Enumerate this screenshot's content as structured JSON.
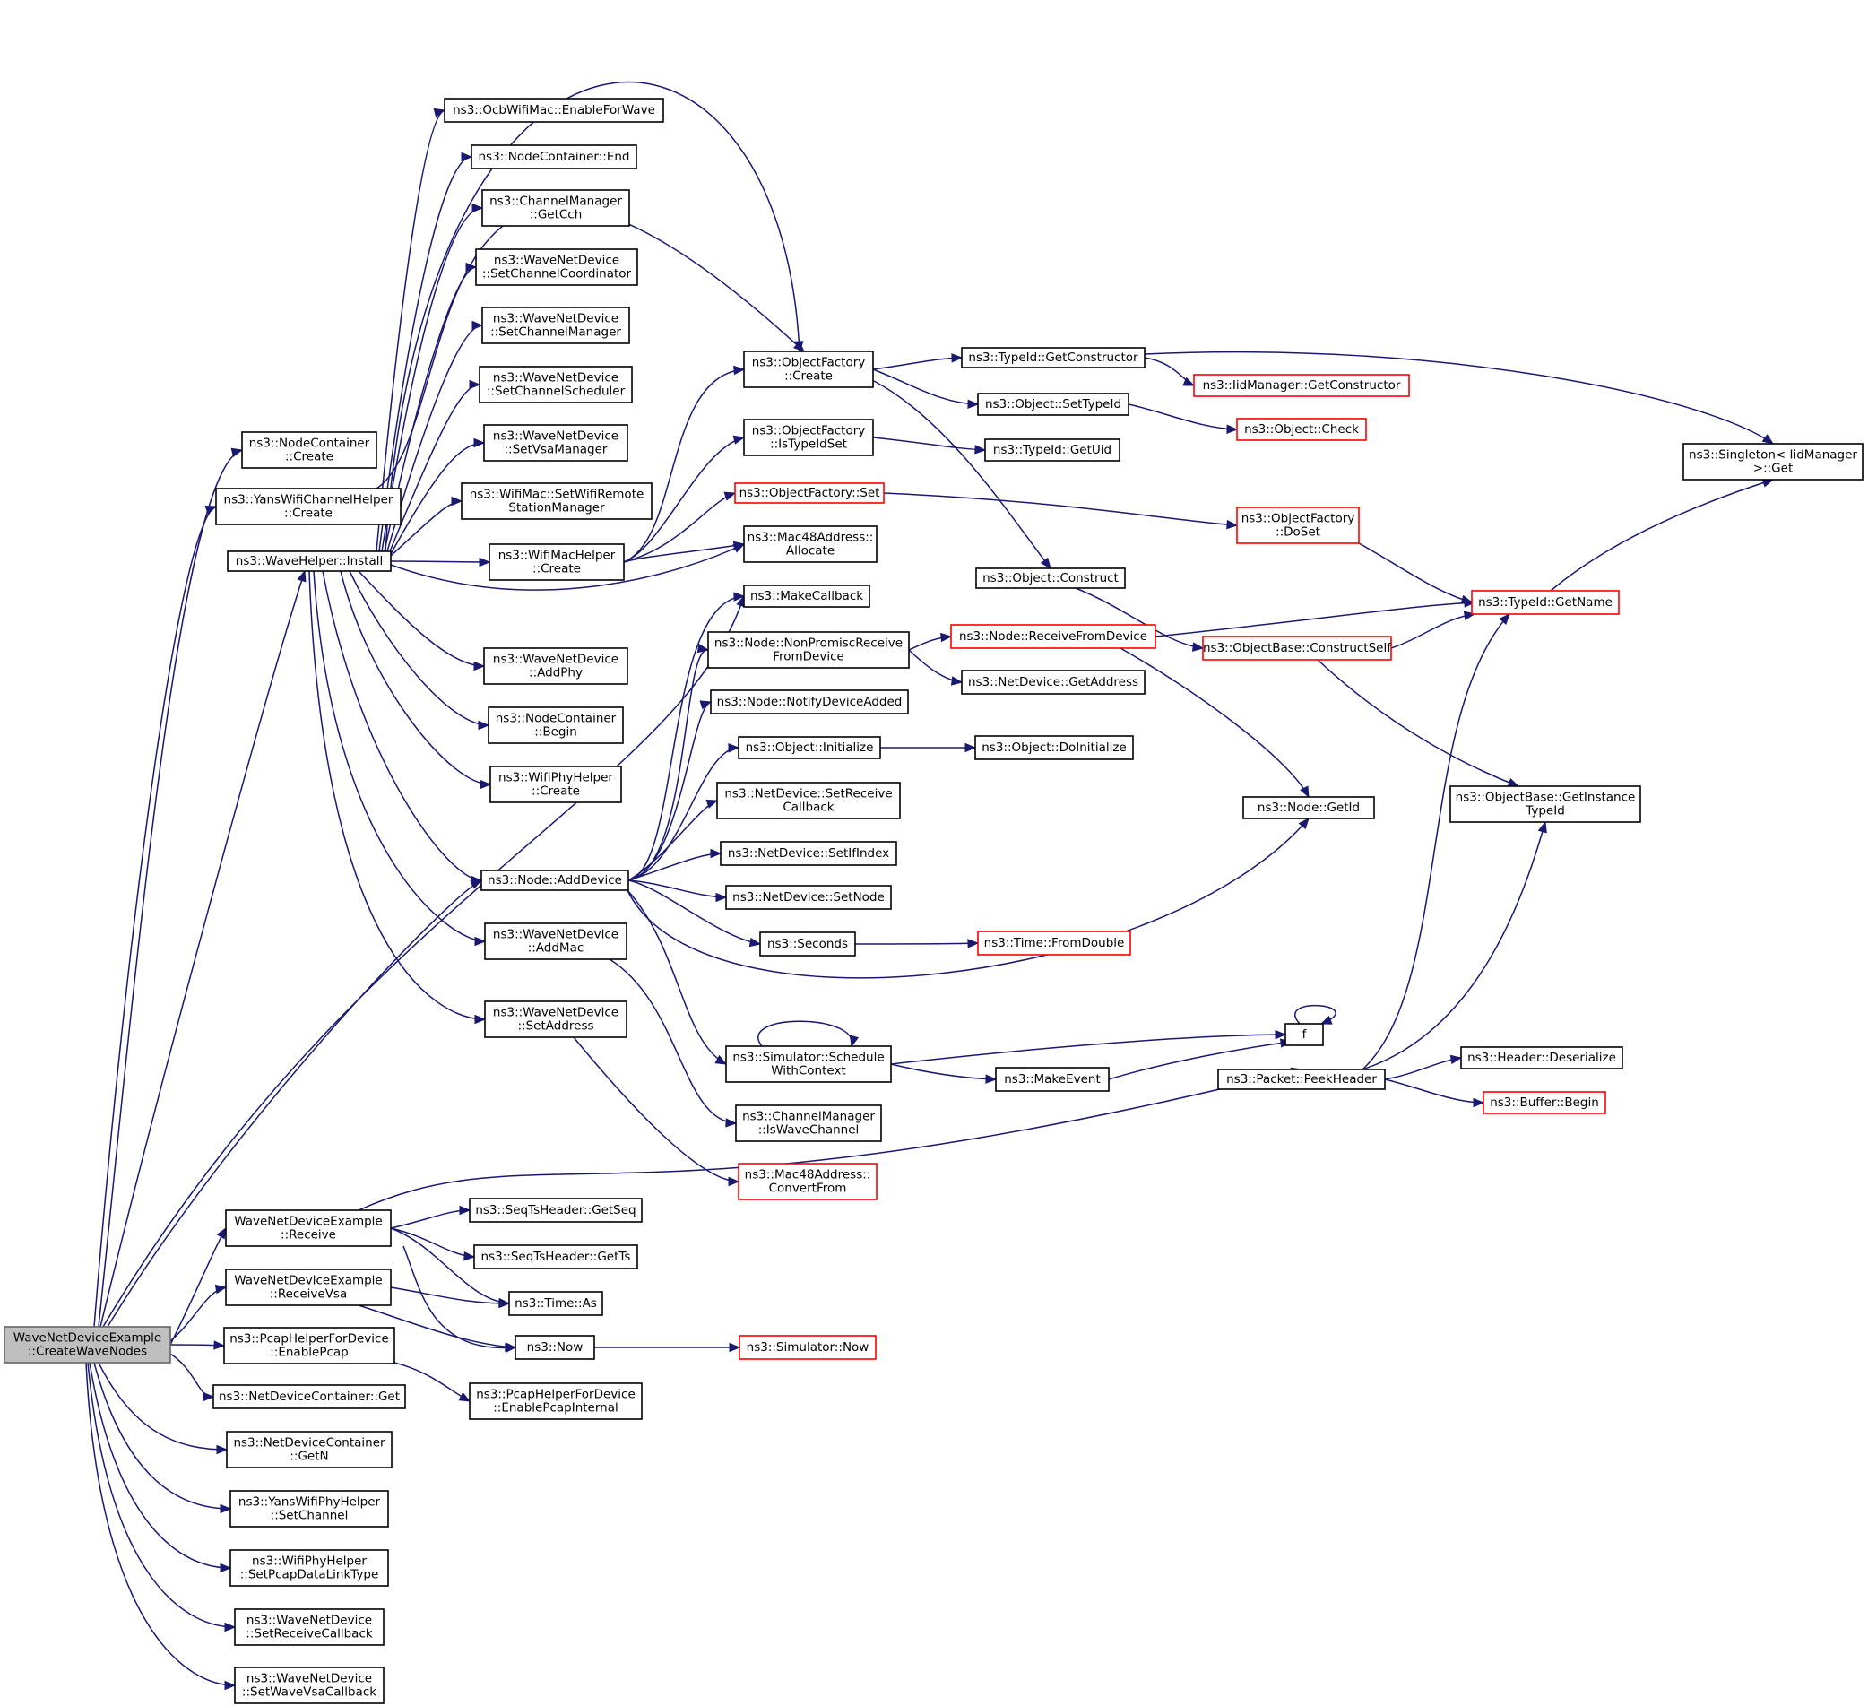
{
  "graph": {
    "nodes": {
      "root": {
        "lines": [
          "WaveNetDeviceExample",
          "::CreateWaveNodes"
        ]
      },
      "nc_create": {
        "lines": [
          "ns3::NodeContainer",
          "::Create"
        ]
      },
      "yans_create": {
        "lines": [
          "ns3::YansWifiChannelHelper",
          "::Create"
        ]
      },
      "wave_install": {
        "lines": [
          "ns3::WaveHelper::Install"
        ]
      },
      "ocb_enable": {
        "lines": [
          "ns3::OcbWifiMac::EnableForWave"
        ]
      },
      "nc_end": {
        "lines": [
          "ns3::NodeContainer::End"
        ]
      },
      "cm_getcch": {
        "lines": [
          "ns3::ChannelManager",
          "::GetCch"
        ]
      },
      "wnd_setcc": {
        "lines": [
          "ns3::WaveNetDevice",
          "::SetChannelCoordinator"
        ]
      },
      "wnd_setcm": {
        "lines": [
          "ns3::WaveNetDevice",
          "::SetChannelManager"
        ]
      },
      "wnd_setcs": {
        "lines": [
          "ns3::WaveNetDevice",
          "::SetChannelScheduler"
        ]
      },
      "wnd_setvsa": {
        "lines": [
          "ns3::WaveNetDevice",
          "::SetVsaManager"
        ]
      },
      "wifimac_setrsm": {
        "lines": [
          "ns3::WifiMac::SetWifiRemote",
          "StationManager"
        ]
      },
      "wmh_create": {
        "lines": [
          "ns3::WifiMacHelper",
          "::Create"
        ]
      },
      "wnd_addphy": {
        "lines": [
          "ns3::WaveNetDevice",
          "::AddPhy"
        ]
      },
      "nc_begin": {
        "lines": [
          "ns3::NodeContainer",
          "::Begin"
        ]
      },
      "wph_create": {
        "lines": [
          "ns3::WifiPhyHelper",
          "::Create"
        ]
      },
      "node_adddevice": {
        "lines": [
          "ns3::Node::AddDevice"
        ]
      },
      "wnd_addmac": {
        "lines": [
          "ns3::WaveNetDevice",
          "::AddMac"
        ]
      },
      "wnd_setaddr": {
        "lines": [
          "ns3::WaveNetDevice",
          "::SetAddress"
        ]
      },
      "of_create": {
        "lines": [
          "ns3::ObjectFactory",
          "::Create"
        ]
      },
      "of_istypeidset": {
        "lines": [
          "ns3::ObjectFactory",
          "::IsTypeIdSet"
        ]
      },
      "of_set": {
        "lines": [
          "ns3::ObjectFactory::Set"
        ]
      },
      "mac48_alloc": {
        "lines": [
          "ns3::Mac48Address::",
          "Allocate"
        ]
      },
      "makecallback": {
        "lines": [
          "ns3::MakeCallback"
        ]
      },
      "node_npr": {
        "lines": [
          "ns3::Node::NonPromiscReceive",
          "FromDevice"
        ]
      },
      "node_nda": {
        "lines": [
          "ns3::Node::NotifyDeviceAdded"
        ]
      },
      "obj_init": {
        "lines": [
          "ns3::Object::Initialize"
        ]
      },
      "nd_setrcb": {
        "lines": [
          "ns3::NetDevice::SetReceive",
          "Callback"
        ]
      },
      "nd_setifindex": {
        "lines": [
          "ns3::NetDevice::SetIfIndex"
        ]
      },
      "nd_setnode": {
        "lines": [
          "ns3::NetDevice::SetNode"
        ]
      },
      "seconds": {
        "lines": [
          "ns3::Seconds"
        ]
      },
      "sim_swc": {
        "lines": [
          "ns3::Simulator::Schedule",
          "WithContext"
        ]
      },
      "cm_iswave": {
        "lines": [
          "ns3::ChannelManager",
          "::IsWaveChannel"
        ]
      },
      "mac48_convert": {
        "lines": [
          "ns3::Mac48Address::",
          "ConvertFrom"
        ]
      },
      "typeid_getctor": {
        "lines": [
          "ns3::TypeId::GetConstructor"
        ]
      },
      "obj_settypeid": {
        "lines": [
          "ns3::Object::SetTypeId"
        ]
      },
      "typeid_getuid": {
        "lines": [
          "ns3::TypeId::GetUid"
        ]
      },
      "obj_construct": {
        "lines": [
          "ns3::Object::Construct"
        ]
      },
      "node_rfd": {
        "lines": [
          "ns3::Node::ReceiveFromDevice"
        ]
      },
      "nd_getaddr": {
        "lines": [
          "ns3::NetDevice::GetAddress"
        ]
      },
      "obj_doinit": {
        "lines": [
          "ns3::Object::DoInitialize"
        ]
      },
      "time_fromdouble": {
        "lines": [
          "ns3::Time::FromDouble"
        ]
      },
      "makeevent": {
        "lines": [
          "ns3::MakeEvent"
        ]
      },
      "iid_getctor": {
        "lines": [
          "ns3::IidManager::GetConstructor"
        ]
      },
      "obj_check": {
        "lines": [
          "ns3::Object::Check"
        ]
      },
      "of_doset": {
        "lines": [
          "ns3::ObjectFactory",
          "::DoSet"
        ]
      },
      "ob_constructself": {
        "lines": [
          "ns3::ObjectBase::ConstructSelf"
        ]
      },
      "node_getid": {
        "lines": [
          "ns3::Node::GetId"
        ]
      },
      "f": {
        "lines": [
          "f"
        ]
      },
      "packet_peek": {
        "lines": [
          "ns3::Packet::PeekHeader"
        ]
      },
      "singleton_get": {
        "lines": [
          "ns3::Singleton< IidManager",
          " >::Get"
        ]
      },
      "typeid_getname": {
        "lines": [
          "ns3::TypeId::GetName"
        ]
      },
      "ob_getinst": {
        "lines": [
          "ns3::ObjectBase::GetInstance",
          "TypeId"
        ]
      },
      "header_deser": {
        "lines": [
          "ns3::Header::Deserialize"
        ]
      },
      "buffer_begin": {
        "lines": [
          "ns3::Buffer::Begin"
        ]
      },
      "wnde_receive": {
        "lines": [
          "WaveNetDeviceExample",
          "::Receive"
        ]
      },
      "wnde_receivevsa": {
        "lines": [
          "WaveNetDeviceExample",
          "::ReceiveVsa"
        ]
      },
      "pcap_enable": {
        "lines": [
          "ns3::PcapHelperForDevice",
          "::EnablePcap"
        ]
      },
      "ndc_get": {
        "lines": [
          "ns3::NetDeviceContainer::Get"
        ]
      },
      "ndc_getn": {
        "lines": [
          "ns3::NetDeviceContainer",
          "::GetN"
        ]
      },
      "yph_setchannel": {
        "lines": [
          "ns3::YansWifiPhyHelper",
          "::SetChannel"
        ]
      },
      "wph_setpcap": {
        "lines": [
          "ns3::WifiPhyHelper",
          "::SetPcapDataLinkType"
        ]
      },
      "wnd_setrcb": {
        "lines": [
          "ns3::WaveNetDevice",
          "::SetReceiveCallback"
        ]
      },
      "wnd_setwvcb": {
        "lines": [
          "ns3::WaveNetDevice",
          "::SetWaveVsaCallback"
        ]
      },
      "seq_getseq": {
        "lines": [
          "ns3::SeqTsHeader::GetSeq"
        ]
      },
      "seq_getts": {
        "lines": [
          "ns3::SeqTsHeader::GetTs"
        ]
      },
      "time_as": {
        "lines": [
          "ns3::Time::As"
        ]
      },
      "now": {
        "lines": [
          "ns3::Now"
        ]
      },
      "sim_now": {
        "lines": [
          "ns3::Simulator::Now"
        ]
      },
      "pcap_internal": {
        "lines": [
          "ns3::PcapHelperForDevice",
          "::EnablePcapInternal"
        ]
      }
    },
    "colors": {
      "edge": "#191970",
      "node_border": "#000000",
      "truncated_border": "#ff0000",
      "root_fill": "#bfbfbf"
    }
  }
}
